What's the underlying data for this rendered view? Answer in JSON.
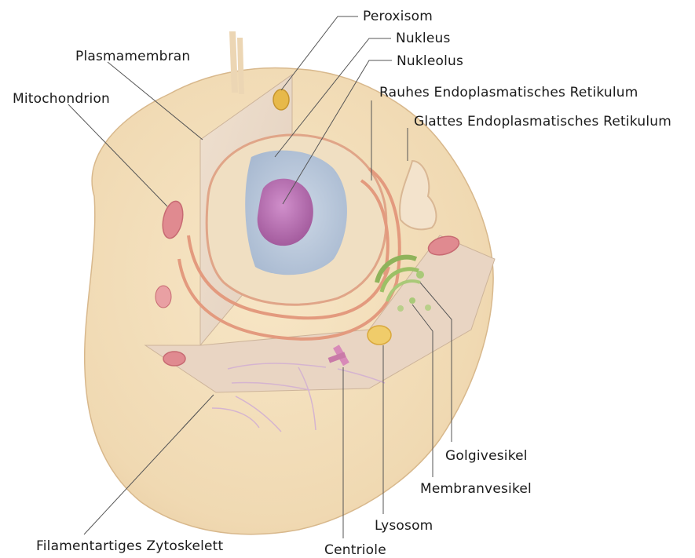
{
  "labels": {
    "peroxisom": "Peroxisom",
    "nukleus": "Nukleus",
    "nukleolus": "Nukleolus",
    "plasmamembran": "Plasmamembran",
    "mitochondrion": "Mitochondrion",
    "rauhes_er": "Rauhes Endoplasmatisches Retikulum",
    "glattes_er": "Glattes Endoplasmatisches Retikulum",
    "golgivesikel": "Golgivesikel",
    "membranvesikel": "Membranvesikel",
    "lysosom": "Lysosom",
    "centriole": "Centriole",
    "zytoskelett": "Filamentartiges Zytoskelett"
  },
  "colors": {
    "cytoplasm": "#f2dcb5",
    "cut_face": "#ead8c4",
    "nucleus": "#b9c8dc",
    "nucleolus": "#b66fb0",
    "membrane": "#e89b80",
    "golgi": "#8fb35a",
    "peroxisome": "#e7b94a",
    "mitochondrion": "#e08a90",
    "leader_line": "#555555"
  }
}
